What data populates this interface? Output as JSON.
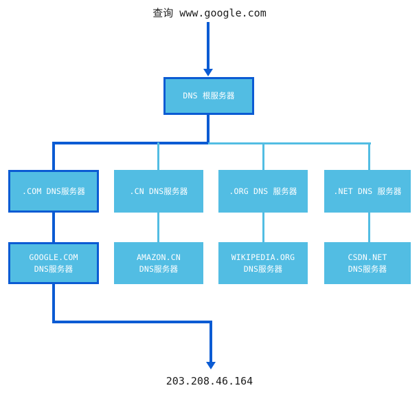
{
  "diagram": {
    "title_query": "查询 www.google.com",
    "result_ip": "203.208.46.164",
    "colors": {
      "node_fill": "#52bde3",
      "highlight_border": "#0b5bd3",
      "connector_light": "#52bde3",
      "connector_highlight": "#0b5bd3",
      "text_on_node": "#ffffff",
      "caption_text": "#1c1c1c"
    },
    "root": {
      "label": "DNS 根服务器",
      "highlighted": true
    },
    "tld_servers": [
      {
        "label": ".COM DNS服务器",
        "highlighted": true
      },
      {
        "label": ".CN DNS服务器",
        "highlighted": false
      },
      {
        "label": ".ORG DNS 服务器",
        "highlighted": false
      },
      {
        "label": ".NET DNS 服务器",
        "highlighted": false
      }
    ],
    "authoritative_servers": [
      {
        "line1": "GOOGLE.COM",
        "line2": "DNS服务器",
        "highlighted": true
      },
      {
        "line1": "AMAZON.CN",
        "line2": "DNS服务器",
        "highlighted": false
      },
      {
        "line1": "WIKIPEDIA.ORG",
        "line2": "DNS服务器",
        "highlighted": false
      },
      {
        "line1": "CSDN.NET",
        "line2": "DNS服务器",
        "highlighted": false
      }
    ]
  }
}
